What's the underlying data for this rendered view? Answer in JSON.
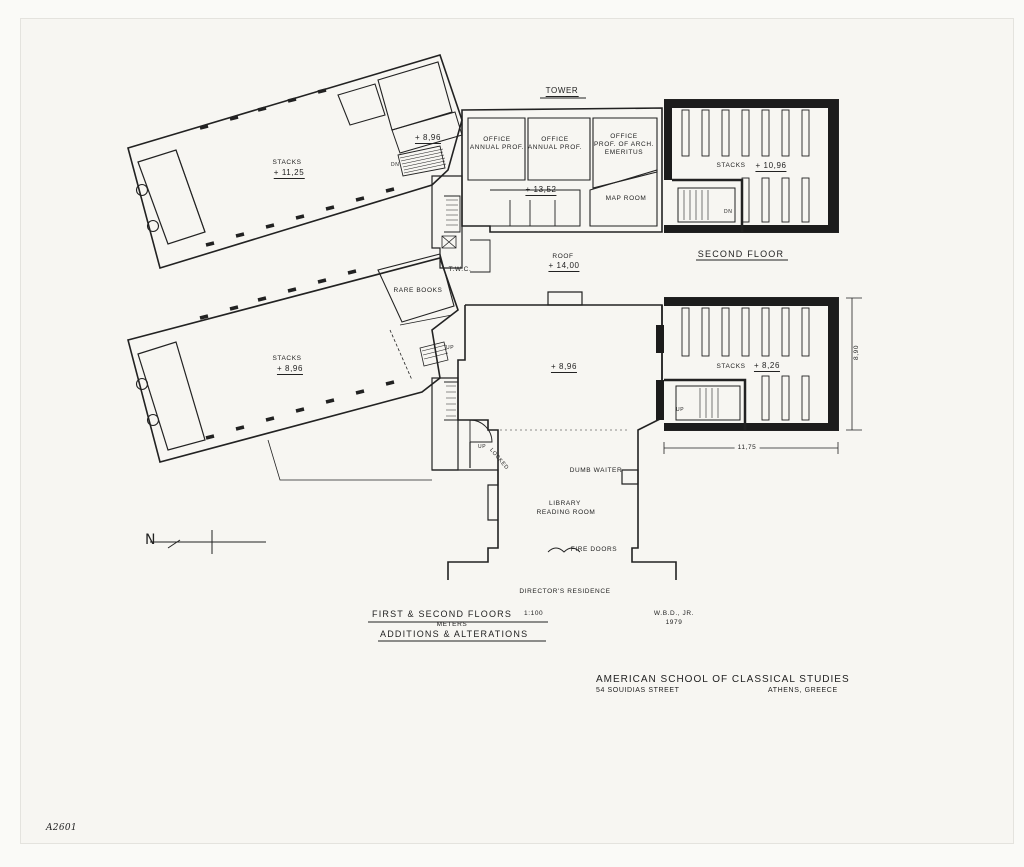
{
  "labels": {
    "tower": "TOWER",
    "office_1": "OFFICE",
    "annual_prof_1": "ANNUAL PROF.",
    "office_2": "OFFICE",
    "annual_prof_2": "ANNUAL PROF.",
    "office_3": "OFFICE",
    "prof_arch": "PROF. OF ARCH.",
    "emeritus": "EMERITUS",
    "map_room": "MAP ROOM",
    "level_tower": "+ 8,96",
    "level_1352": "+ 13,52",
    "stacks_upper_left": "STACKS",
    "level_1125": "+ 11,25",
    "stacks_upper_right": "STACKS",
    "level_1096": "+ 10,96",
    "second_floor": "SECOND FLOOR",
    "roof": "ROOF",
    "level_1400": "+ 14,00",
    "twc": "T.W.C.",
    "rare_books": "RARE BOOKS",
    "stacks_lower_left": "STACKS",
    "level_896_left": "+ 8,96",
    "level_896_main": "+ 8,96",
    "stacks_lower_right": "STACKS",
    "level_826": "+ 8,26",
    "dim_890": "8,90",
    "dim_1175": "11,75",
    "dumb_waiter": "DUMB WAITER",
    "library": "LIBRARY",
    "reading_room": "READING ROOM",
    "fire_doors": "FIRE DOORS",
    "directors_residence": "DIRECTOR'S RESIDENCE",
    "locked": "LOCKED",
    "up_1": "UP",
    "up_2": "UP",
    "up_3": "UP",
    "dn_1": "DN",
    "dn_2": "DN"
  },
  "title_block": {
    "floors": "FIRST & SECOND FLOORS",
    "scale": "1:100",
    "units": "METERS",
    "subtitle": "ADDITIONS & ALTERATIONS",
    "author": "W.B.D., JR.",
    "year": "1979",
    "institution": "AMERICAN SCHOOL OF CLASSICAL STUDIES",
    "street": "54 SOUIDIAS STREET",
    "city": "ATHENS, GREECE"
  },
  "north_symbol": "N",
  "sheet_id": "A2601",
  "colors": {
    "ink": "#222222",
    "paper": "#f7f6f2",
    "solid_wall": "#1c1c1c"
  }
}
